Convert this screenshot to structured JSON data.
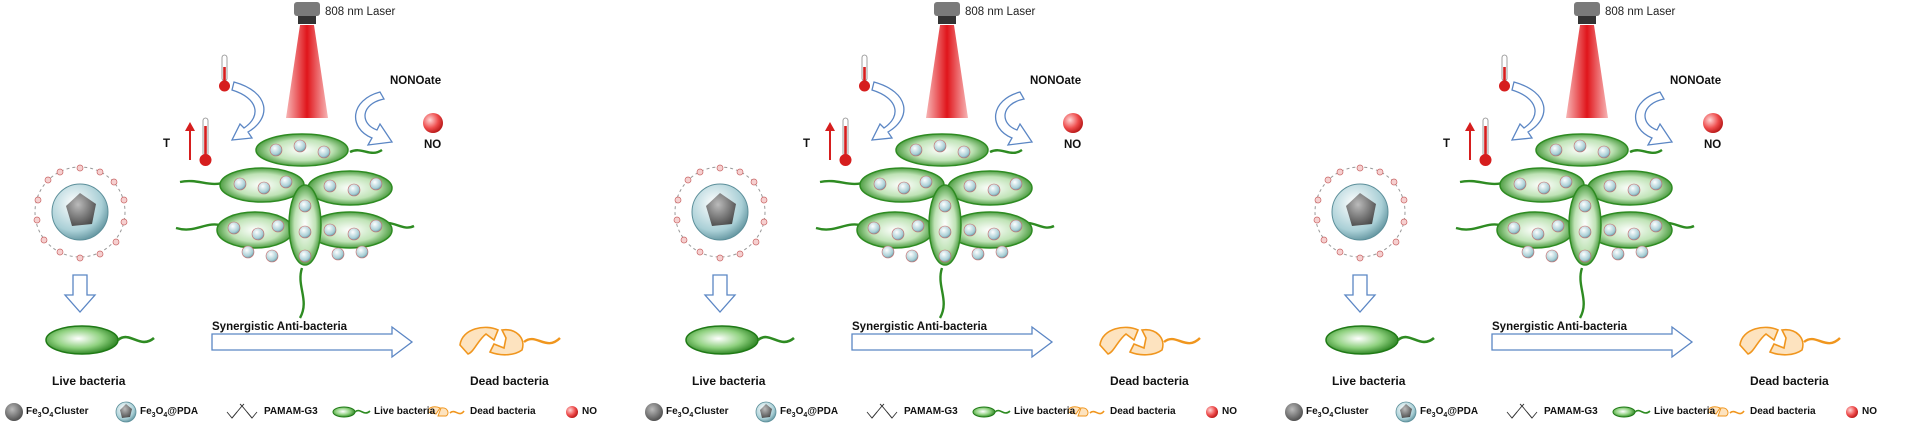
{
  "panels": [
    {
      "laser_label": "808 nm Laser",
      "nonoate_label": "NONOate",
      "no_label": "NO",
      "temperature_label": "T",
      "arrow_label": "Synergistic Anti-bacteria",
      "live_label": "Live bacteria",
      "dead_label": "Dead bacteria",
      "legend": {
        "fe3o4_cluster_main": "Fe",
        "fe3o4_cluster_sub1": "3",
        "fe3o4_cluster_o": "O",
        "fe3o4_cluster_sub2": "4",
        "fe3o4_cluster_rest": "Cluster",
        "fe3o4_pda_main": "Fe",
        "fe3o4_pda_sub1": "3",
        "fe3o4_pda_o": "O",
        "fe3o4_pda_sub2": "4",
        "fe3o4_pda_rest": "@PDA",
        "pamam": "PAMAM-G3",
        "live": "Live bacteria",
        "dead": "Dead bacteria",
        "no": "NO"
      }
    },
    {
      "laser_label": "808 nm Laser",
      "nonoate_label": "NONOate",
      "no_label": "NO",
      "temperature_label": "T",
      "arrow_label": "Synergistic Anti-bacteria",
      "live_label": "Live bacteria",
      "dead_label": "Dead bacteria",
      "legend": {
        "fe3o4_cluster_main": "Fe",
        "fe3o4_cluster_sub1": "3",
        "fe3o4_cluster_o": "O",
        "fe3o4_cluster_sub2": "4",
        "fe3o4_cluster_rest": "Cluster",
        "fe3o4_pda_main": "Fe",
        "fe3o4_pda_sub1": "3",
        "fe3o4_pda_o": "O",
        "fe3o4_pda_sub2": "4",
        "fe3o4_pda_rest": "@PDA",
        "pamam": "PAMAM-G3",
        "live": "Live bacteria",
        "dead": "Dead bacteria",
        "no": "NO"
      }
    },
    {
      "laser_label": "808 nm Laser",
      "nonoate_label": "NONOate",
      "no_label": "NO",
      "temperature_label": "T",
      "arrow_label": "Synergistic Anti-bacteria",
      "live_label": "Live bacteria",
      "dead_label": "Dead bacteria",
      "legend": {
        "fe3o4_cluster_main": "Fe",
        "fe3o4_cluster_sub1": "3",
        "fe3o4_cluster_o": "O",
        "fe3o4_cluster_sub2": "4",
        "fe3o4_cluster_rest": "Cluster",
        "fe3o4_pda_main": "Fe",
        "fe3o4_pda_sub1": "3",
        "fe3o4_pda_o": "O",
        "fe3o4_pda_sub2": "4",
        "fe3o4_pda_rest": "@PDA",
        "pamam": "PAMAM-G3",
        "live": "Live bacteria",
        "dead": "Dead bacteria",
        "no": "NO"
      }
    }
  ],
  "colors": {
    "laser_beam": "#e0151b",
    "bacteria_green": "#2e8b22",
    "dead_orange": "#f0961e",
    "outline_arrow": "#5b86c4",
    "no_bubble": "#e83a3a",
    "thermometer": "#d61e1e"
  }
}
